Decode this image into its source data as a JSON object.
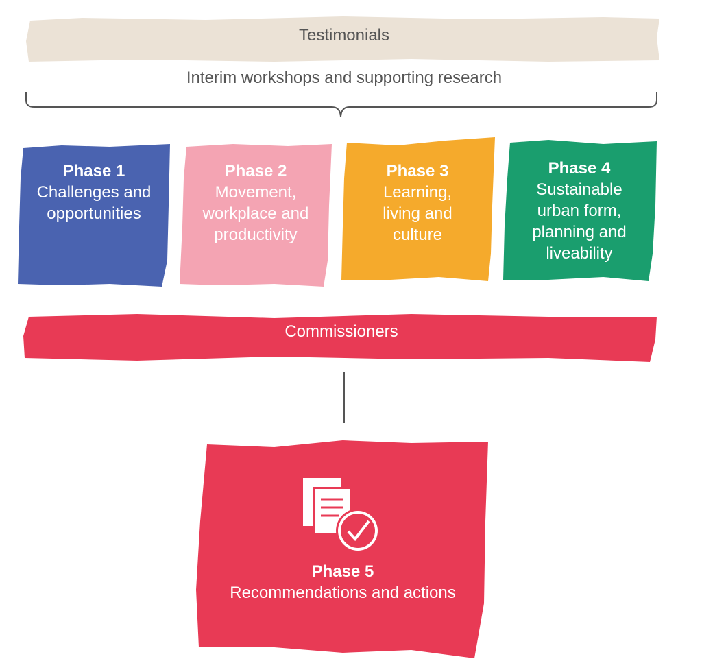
{
  "colors": {
    "testimonials_band": "#ebe2d6",
    "phase1": "#4a63b0",
    "phase2": "#f4a4b3",
    "phase3": "#f5aa2c",
    "phase4": "#1a9e6e",
    "commissioners": "#e83a55",
    "phase5": "#e83a55",
    "bracket": "#555555"
  },
  "icons": [
    "documents-icon",
    "checkmark-circle-icon"
  ],
  "diagram": {
    "testimonials": "Testimonials",
    "workshops": "Interim workshops and supporting research",
    "phases": [
      {
        "title": "Phase 1",
        "description": "Challenges and\nopportunities"
      },
      {
        "title": "Phase 2",
        "description": "Movement,\nworkplace and\nproductivity"
      },
      {
        "title": "Phase 3",
        "description": "Learning,\nliving and\nculture"
      },
      {
        "title": "Phase 4",
        "description": "Sustainable\nurban form,\nplanning and\nliveability"
      }
    ],
    "commissioners": "Commissioners",
    "phase5": {
      "title": "Phase 5",
      "description": "Recommendations and actions"
    }
  }
}
